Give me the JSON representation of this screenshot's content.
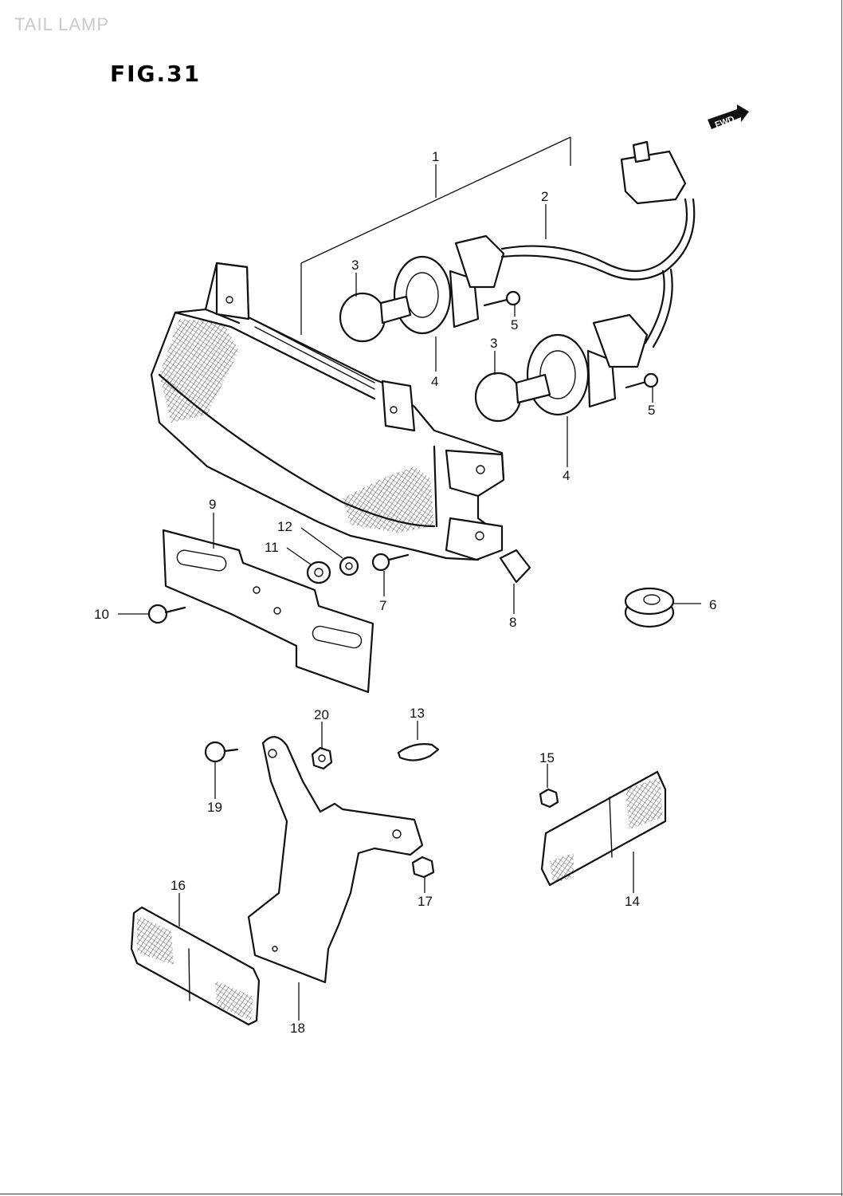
{
  "header_text": "TAIL LAMP",
  "figure_title": "FIG.31",
  "fwd_label": "FWD",
  "callouts": {
    "p1": "1",
    "p2": "2",
    "p3a": "3",
    "p3b": "3",
    "p4a": "4",
    "p4b": "4",
    "p5a": "5",
    "p5b": "5",
    "p6": "6",
    "p7": "7",
    "p8": "8",
    "p9": "9",
    "p10": "10",
    "p11": "11",
    "p12": "12",
    "p13": "13",
    "p14": "14",
    "p15": "15",
    "p16": "16",
    "p17": "17",
    "p18": "18",
    "p19": "19",
    "p20": "20"
  }
}
